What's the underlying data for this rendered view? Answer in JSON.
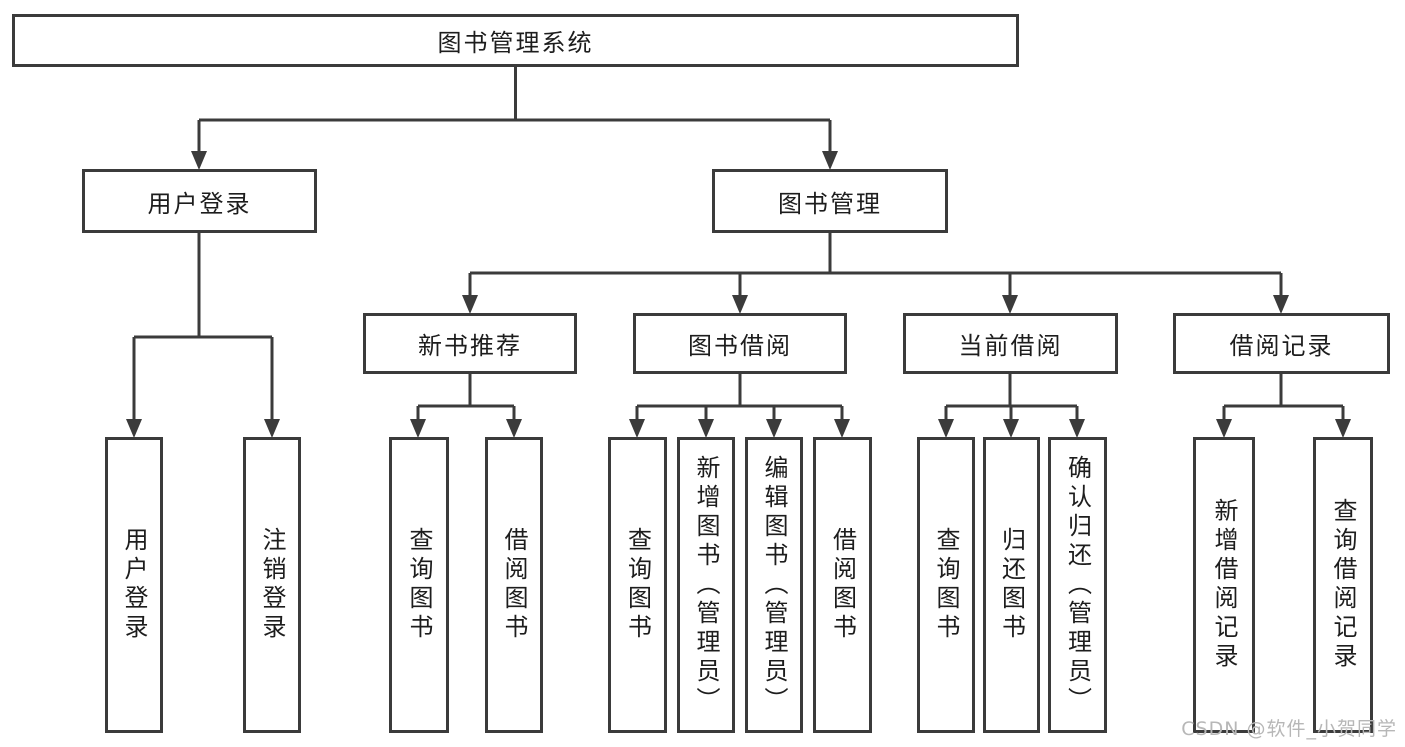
{
  "tree": {
    "root": "图书管理系统",
    "user": {
      "label": "用户登录",
      "children": [
        "用户登录",
        "注销登录"
      ]
    },
    "mgmt": {
      "label": "图书管理",
      "groups": [
        {
          "label": "新书推荐",
          "children": [
            "查询图书",
            "借阅图书"
          ]
        },
        {
          "label": "图书借阅",
          "children": [
            "查询图书",
            "新增图书（管理员）",
            "编辑图书（管理员）",
            "借阅图书"
          ]
        },
        {
          "label": "当前借阅",
          "children": [
            "查询图书",
            "归还图书",
            "确认归还（管理员）"
          ]
        },
        {
          "label": "借阅记录",
          "children": [
            "新增借阅记录",
            "查询借阅记录"
          ]
        }
      ]
    }
  },
  "watermark": "CSDN @软件_小贺同学",
  "colors": {
    "line": "#3b3b3b",
    "box_border": "#3b3b3b",
    "text": "#1d1d1d",
    "background": "#ffffff",
    "watermark": "#b7b7b7"
  }
}
